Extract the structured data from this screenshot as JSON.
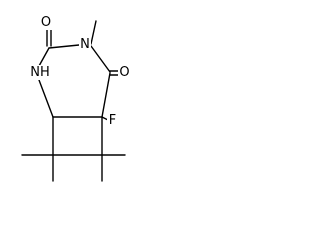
{
  "molecule": {
    "colors": {
      "bond": "#000000",
      "label": "#000000",
      "background": "#ffffff"
    },
    "atom_labels": {
      "oxygen_top": "O",
      "nitrogen_methyl": "N",
      "nitrogen_h": "NH",
      "oxygen_right": "O",
      "fluorine": "F"
    }
  }
}
